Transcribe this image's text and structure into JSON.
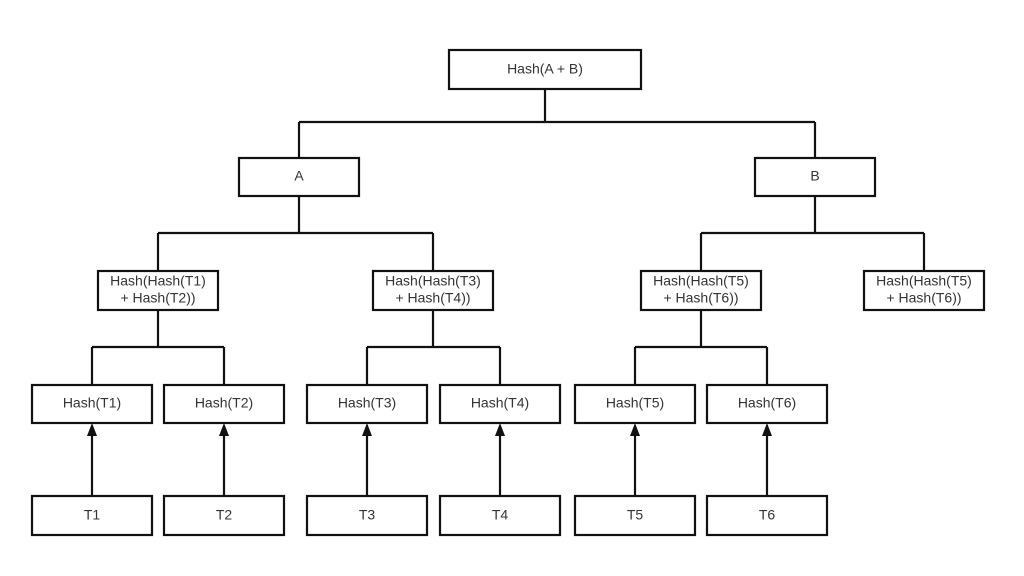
{
  "colors": {
    "stroke": "#111111",
    "text": "#333333",
    "background": "#ffffff"
  },
  "nodes": {
    "root": "Hash(A + B)",
    "a": "A",
    "b": "B",
    "h12": [
      "Hash(Hash(T1)",
      "+ Hash(T2))"
    ],
    "h34": [
      "Hash(Hash(T3)",
      "+ Hash(T4))"
    ],
    "h56": [
      "Hash(Hash(T5)",
      "+ Hash(T6))"
    ],
    "h56dup": [
      "Hash(Hash(T5)",
      "+ Hash(T6))"
    ],
    "hash_t1": "Hash(T1)",
    "hash_t2": "Hash(T2)",
    "hash_t3": "Hash(T3)",
    "hash_t4": "Hash(T4)",
    "hash_t5": "Hash(T5)",
    "hash_t6": "Hash(T6)",
    "t1": "T1",
    "t2": "T2",
    "t3": "T3",
    "t4": "T4",
    "t5": "T5",
    "t6": "T6"
  }
}
